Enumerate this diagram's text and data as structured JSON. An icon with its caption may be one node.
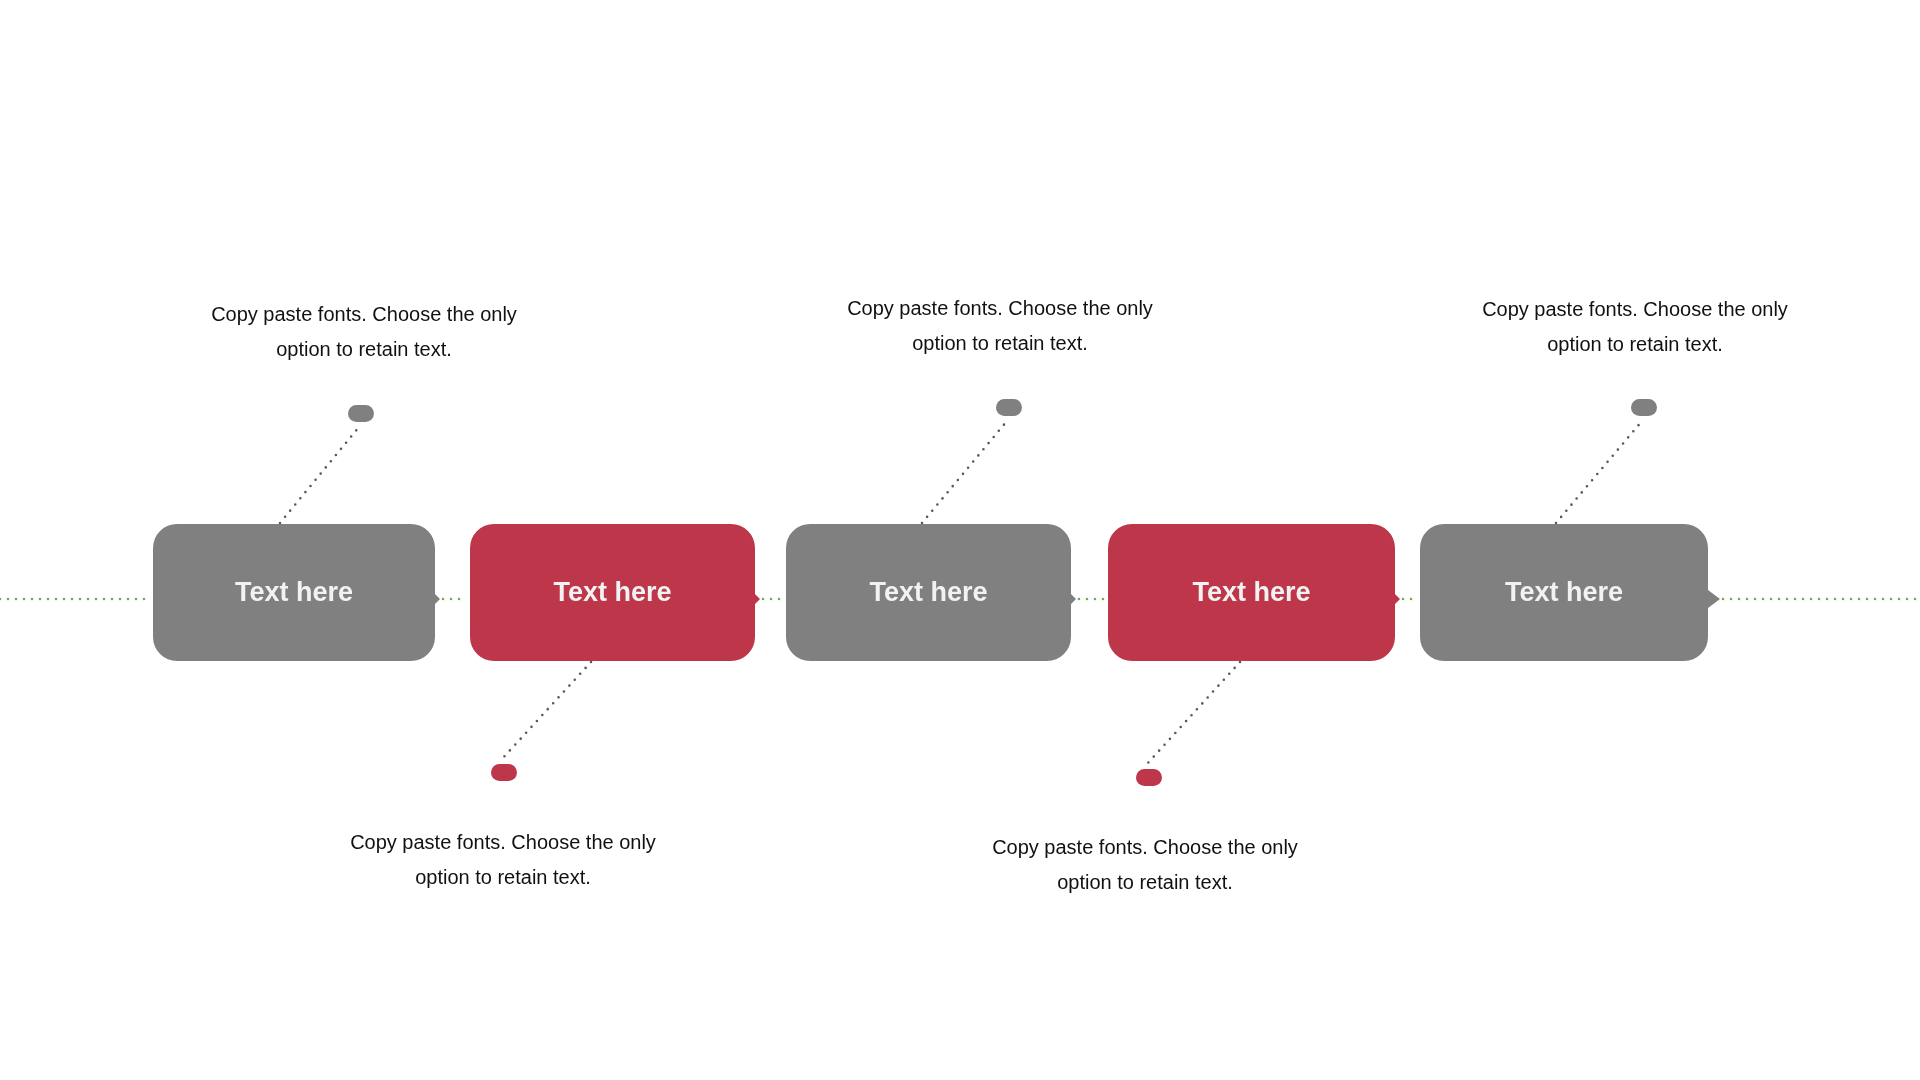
{
  "diagram": {
    "nodes": [
      {
        "text": [
          "Text here"
        ]
      },
      {
        "text": [
          "Text here"
        ]
      },
      {
        "text": [
          "Text here"
        ]
      },
      {
        "text": [
          "Text here"
        ]
      },
      {
        "text": [
          "Text here"
        ]
      },
      {
        "text": [],
        "shape": "box",
        "beside": [
          "Copy paste fonts. Choose the only option to retain text."
        ]
      },
      {
        "text": [],
        "shape": "box",
        "beside": [
          "Copy paste fonts. Choose the only option to retain text."
        ]
      },
      {
        "text": [],
        "shape": "box",
        "beside": [
          "Copy paste fonts. Choose the only option to retain text."
        ]
      },
      {
        "text": [],
        "shape": "box",
        "beside": [
          "Copy paste fonts. Choose the only option to retain text."
        ]
      },
      {
        "text": [],
        "shape": "box",
        "beside": [
          "Copy paste fonts. Choose the only option to retain text."
        ]
      }
    ],
    "edges": [
      {
        "from": null,
        "to": 0,
        "arrow": "none",
        "style": "dashed",
        "color": "#70ad47"
      },
      {
        "from": 0,
        "to": 1,
        "arrow": "none",
        "style": "dashed",
        "color": "#70ad47"
      },
      {
        "from": 1,
        "to": 2,
        "arrow": "none",
        "style": "dashed",
        "color": "#70ad47"
      },
      {
        "from": 2,
        "to": 3,
        "arrow": "none",
        "style": "dashed",
        "color": "#70ad47"
      },
      {
        "from": 3,
        "to": 4,
        "arrow": "none",
        "style": "dashed",
        "color": "#70ad47"
      },
      {
        "from": 4,
        "to": null,
        "arrow": "none",
        "style": "dashed",
        "color": "#70ad47"
      },
      {
        "from": 0,
        "to": 5,
        "arrow": "none",
        "style": "dashed",
        "color": "#595959"
      },
      {
        "from": 1,
        "to": 6,
        "arrow": "none",
        "style": "dashed",
        "color": "#595959"
      },
      {
        "from": 2,
        "to": 7,
        "arrow": "none",
        "style": "dashed",
        "color": "#595959"
      },
      {
        "from": 3,
        "to": 8,
        "arrow": "none",
        "style": "dashed",
        "color": "#595959"
      },
      {
        "from": 4,
        "to": 9,
        "arrow": "none",
        "style": "dashed",
        "color": "#595959"
      }
    ]
  }
}
